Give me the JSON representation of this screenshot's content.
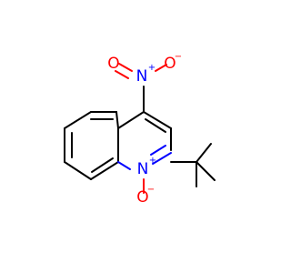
{
  "molecule": {
    "atoms": {
      "nitro_n": {
        "symbol": "N",
        "charge": "+",
        "color": "#0000ff"
      },
      "nitro_o_left": {
        "symbol": "O",
        "charge": "",
        "color": "#ff0000"
      },
      "nitro_o_right": {
        "symbol": "O",
        "charge": "−",
        "color": "#ff0000"
      },
      "ring_n": {
        "symbol": "N",
        "charge": "+",
        "color": "#0000ff"
      },
      "oxide_o": {
        "symbol": "O",
        "charge": "−",
        "color": "#ff0000"
      }
    }
  }
}
